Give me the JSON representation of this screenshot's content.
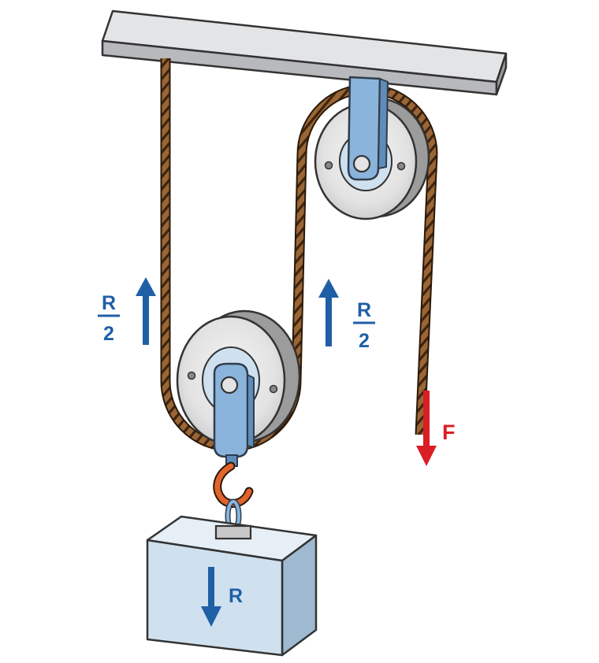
{
  "labels": {
    "left_force_numerator": "R",
    "left_force_denominator": "2",
    "right_force_numerator": "R",
    "right_force_denominator": "2",
    "applied_force": "F",
    "load_weight": "R"
  },
  "colors": {
    "blue_arrow": "#1f5fa6",
    "red_arrow": "#d91e24",
    "rope": "#8b5a2b",
    "rope_dark": "#3d2410",
    "bracket": "#8ab4dc",
    "hook": "#e0642b",
    "box_front": "#cfe0ee",
    "beam": "#c9cacc"
  },
  "icons": {
    "support_beam": "ceiling-beam",
    "fixed_pulley": "fixed-pulley-icon",
    "movable_pulley": "movable-pulley-icon",
    "hook": "hook-icon",
    "load": "box-load-icon"
  }
}
